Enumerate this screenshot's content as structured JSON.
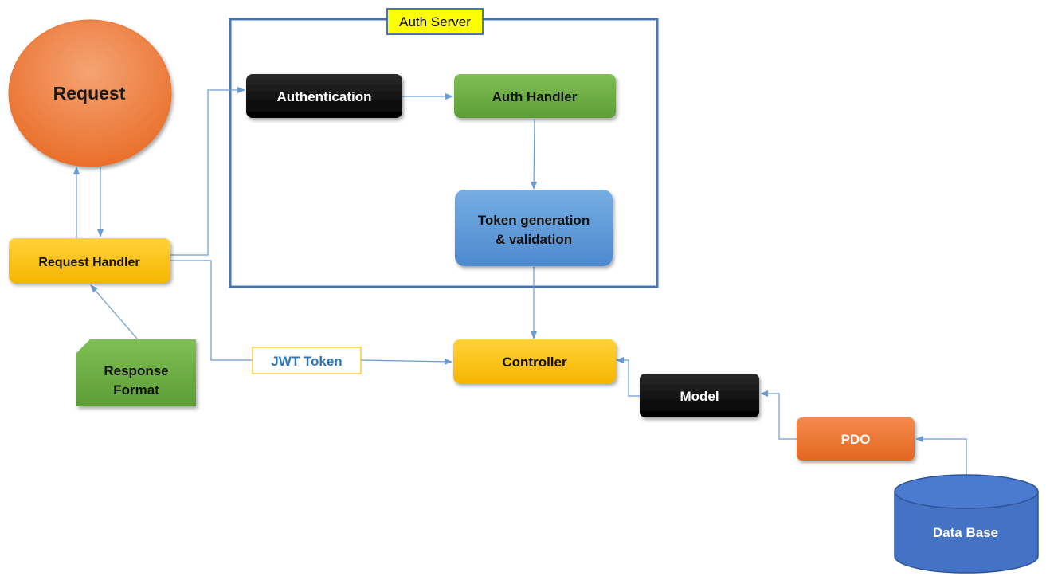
{
  "diagram": {
    "request": "Request",
    "request_handler": "Request Handler",
    "auth_server": "Auth Server",
    "authentication": "Authentication",
    "auth_handler": "Auth Handler",
    "token_line1": "Token generation",
    "token_line2": "& validation",
    "response_line1": "Response",
    "response_line2": "Format",
    "jwt_token": "JWT Token",
    "controller": "Controller",
    "model": "Model",
    "pdo": "PDO",
    "database": "Data Base"
  },
  "colors": {
    "orange": "#ed7d31",
    "yellow": "#ffc000",
    "green": "#70ad47",
    "blue": "#5b9bd5",
    "dark_blue": "#4472c4",
    "black": "#000000",
    "frame": "#4a76b0",
    "connector": "#6a9bd1",
    "label_highlight": "#ffff00"
  }
}
